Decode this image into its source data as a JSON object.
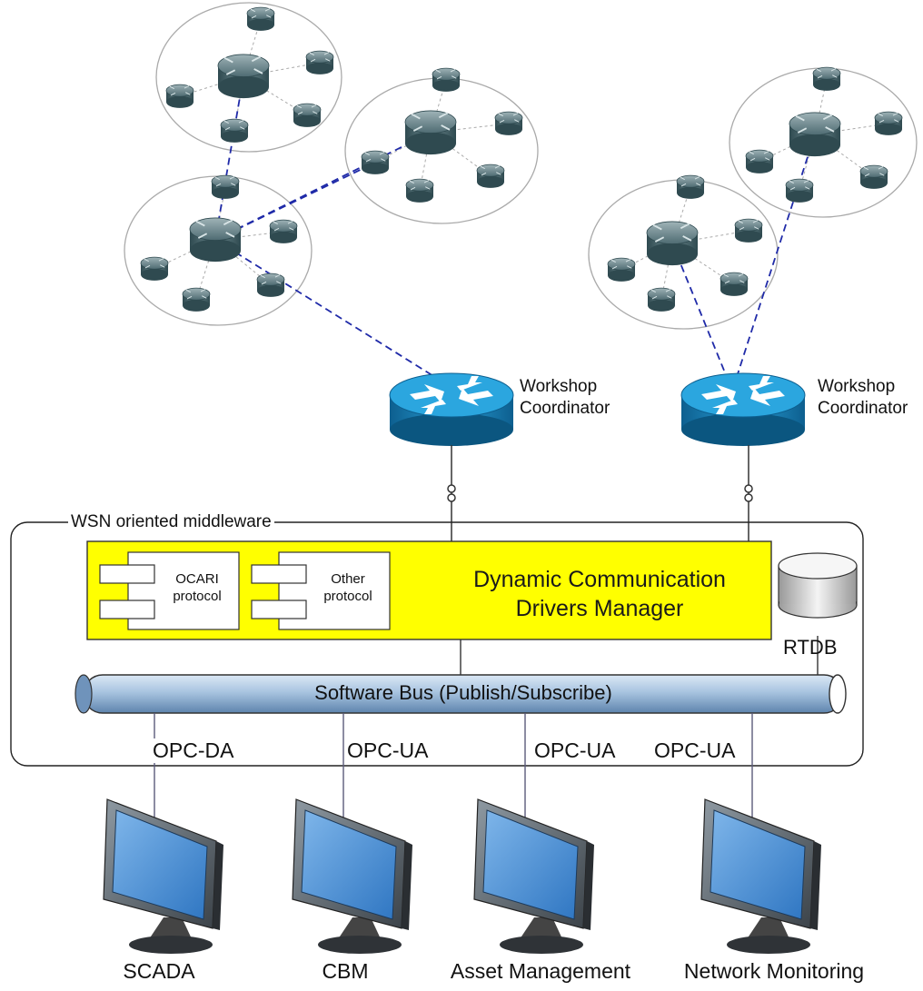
{
  "coordinators": [
    {
      "label_line1": "Workshop",
      "label_line2": "Coordinator"
    },
    {
      "label_line1": "Workshop",
      "label_line2": "Coordinator"
    }
  ],
  "middleware": {
    "title": "WSN oriented middleware",
    "manager_line1": "Dynamic Communication",
    "manager_line2": "Drivers Manager",
    "protocols": [
      {
        "line1": "OCARI",
        "line2": "protocol"
      },
      {
        "line1": "Other",
        "line2": "protocol"
      }
    ],
    "rtdb_label": "RTDB",
    "bus_label": "Software Bus (Publish/Subscribe)"
  },
  "connections": [
    "OPC-DA",
    "OPC-UA",
    "OPC-UA",
    "OPC-UA"
  ],
  "clients": [
    "SCADA",
    "CBM",
    "Asset Management",
    "Network Monitoring"
  ],
  "colors": {
    "manager_fill": "#ffff00",
    "bus_fill": "#a8c4e0",
    "coordinator_fill": "#1c8ec7",
    "dashed_link": "#1f2aa8",
    "monitor_screen": "#3d8bd6"
  }
}
